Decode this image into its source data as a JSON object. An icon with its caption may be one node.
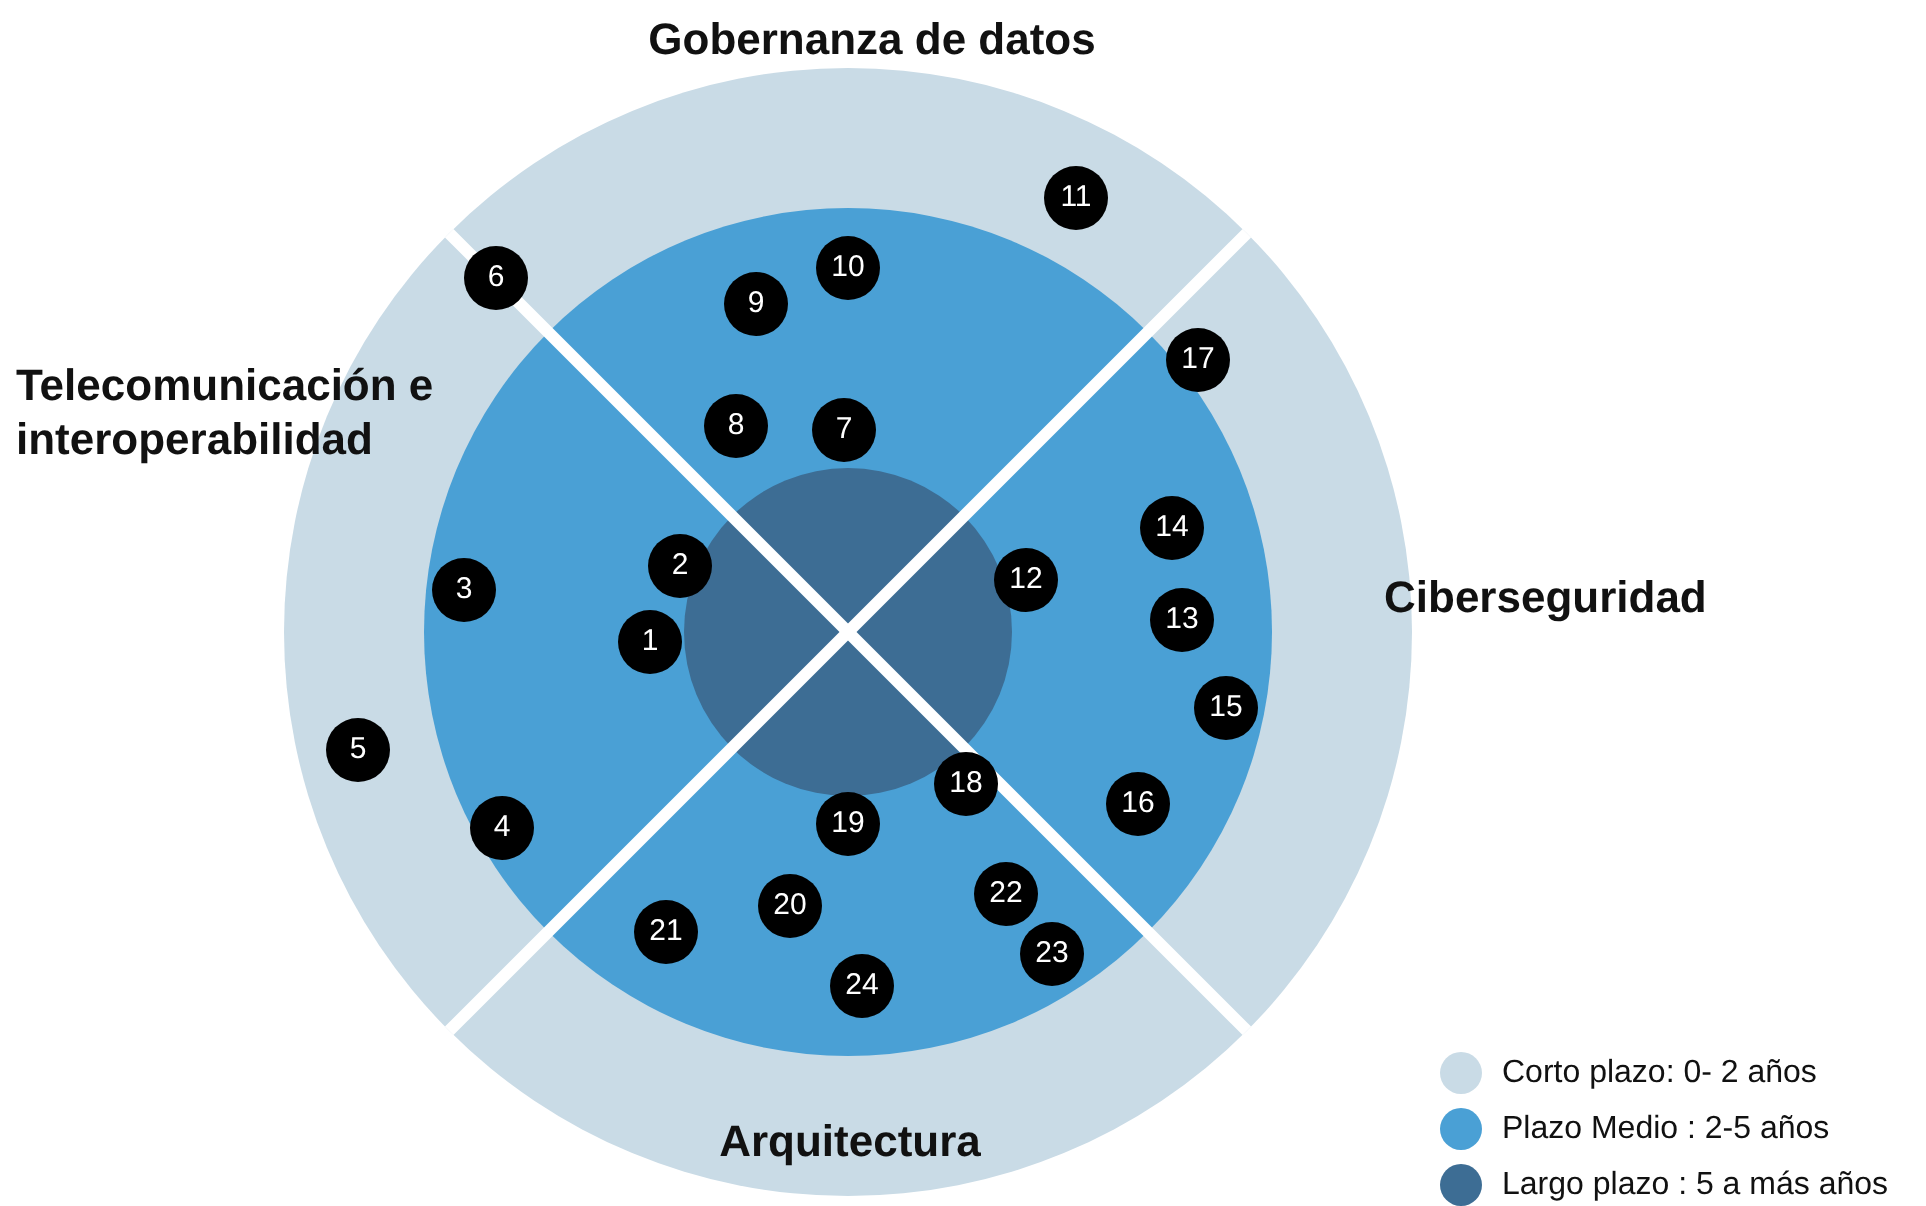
{
  "diagram": {
    "nodes": [
      {
        "text": [
          "1"
        ]
      },
      {
        "text": [
          "2"
        ]
      },
      {
        "text": [
          "3"
        ]
      },
      {
        "text": [
          "4"
        ]
      },
      {
        "text": [
          "5"
        ]
      },
      {
        "text": [
          "6"
        ]
      },
      {
        "text": [
          "7"
        ]
      },
      {
        "text": [
          "8"
        ]
      },
      {
        "text": [
          "9"
        ]
      },
      {
        "text": [
          "10"
        ]
      },
      {
        "text": [
          "11"
        ]
      },
      {
        "text": [
          "12"
        ]
      },
      {
        "text": [
          "13"
        ]
      },
      {
        "text": [
          "14"
        ]
      },
      {
        "text": [
          "15"
        ]
      },
      {
        "text": [
          "16"
        ]
      },
      {
        "text": [
          "17"
        ]
      },
      {
        "text": [
          "18"
        ]
      },
      {
        "text": [
          "19"
        ]
      },
      {
        "text": [
          "20"
        ]
      },
      {
        "text": [
          "21"
        ]
      },
      {
        "text": [
          "22"
        ]
      },
      {
        "text": [
          "23"
        ]
      },
      {
        "text": [
          "24"
        ]
      }
    ],
    "edges": [],
    "labels": [
      "Gobernanza de datos",
      "Telecomunicación e interoperabilidad",
      "Ciberseguridad",
      "Arquitectura"
    ],
    "legend": [
      {
        "text": "Corto plazo: 0- 2 años",
        "color": "#c9dbe6"
      },
      {
        "text": "Plazo Medio : 2-5 años",
        "color": "#4aa0d5"
      },
      {
        "text": "Largo plazo : 5 a más años",
        "color": "#3d6d94"
      }
    ]
  }
}
